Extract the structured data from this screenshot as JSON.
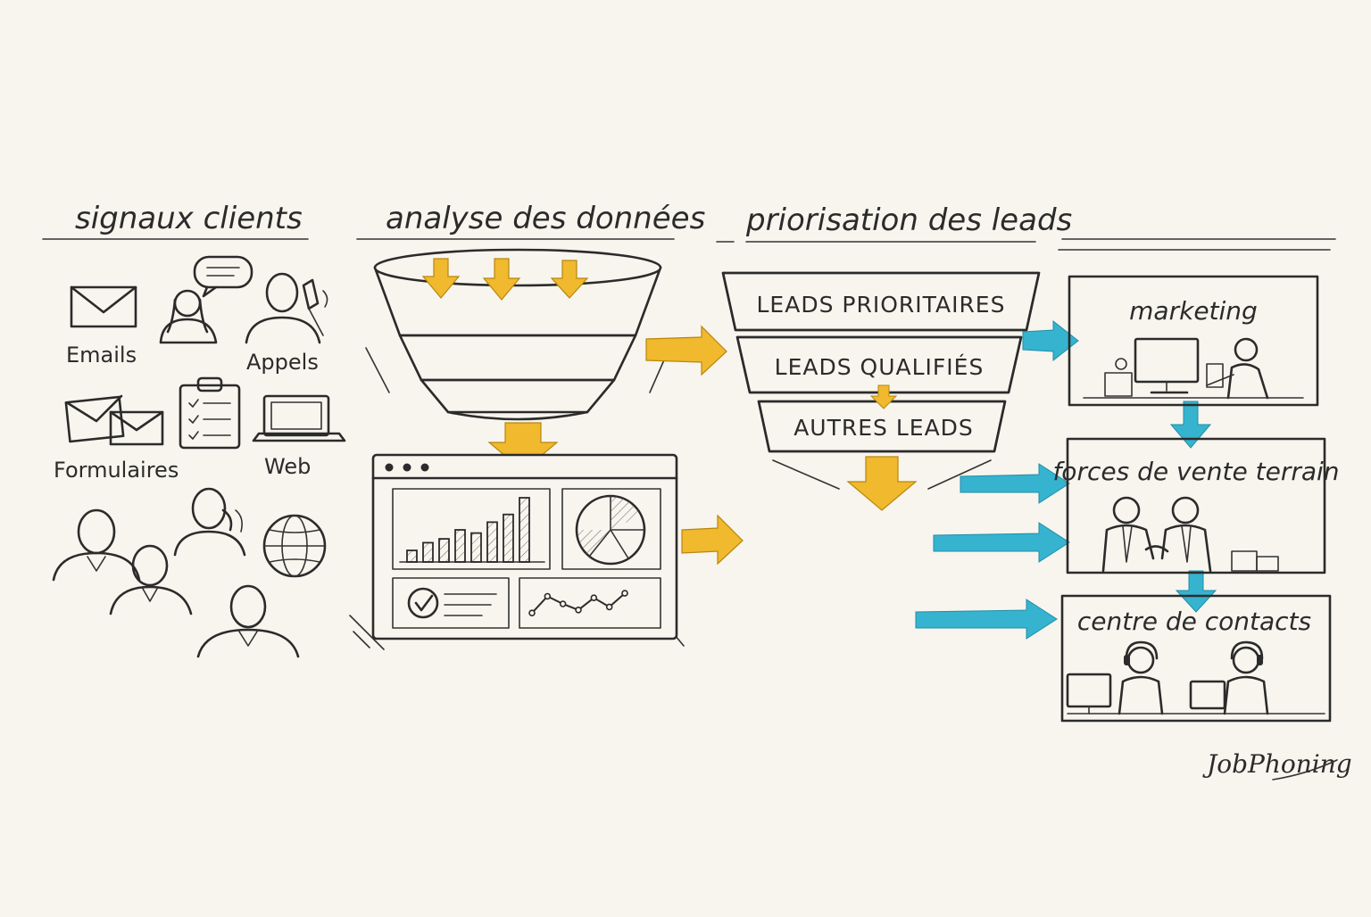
{
  "colors": {
    "background": "#f8f5ee",
    "ink": "#2b2b2b",
    "yellow": "#f0b92e",
    "blue": "#36b3cf"
  },
  "headers": {
    "signals": "signaux clients",
    "analysis": "analyse des données",
    "prioritization": "priorisation des leads"
  },
  "signals": {
    "emails": "Emails",
    "calls": "Appels",
    "forms": "Formulaires",
    "web": "Web"
  },
  "tiers": [
    "LEADS PRIORITAIRES",
    "LEADS QUALIFIÉS",
    "AUTRES LEADS"
  ],
  "teams": {
    "marketing": "marketing",
    "field_sales": "forces de vente terrain",
    "contact_center": "centre de contacts"
  },
  "dashboard_bars": [
    0.18,
    0.3,
    0.36,
    0.5,
    0.45,
    0.62,
    0.74,
    1.0
  ],
  "dashboard_line": [
    0.2,
    0.75,
    0.5,
    0.3,
    0.7,
    0.4,
    0.85
  ],
  "brand": "JobPhoning"
}
